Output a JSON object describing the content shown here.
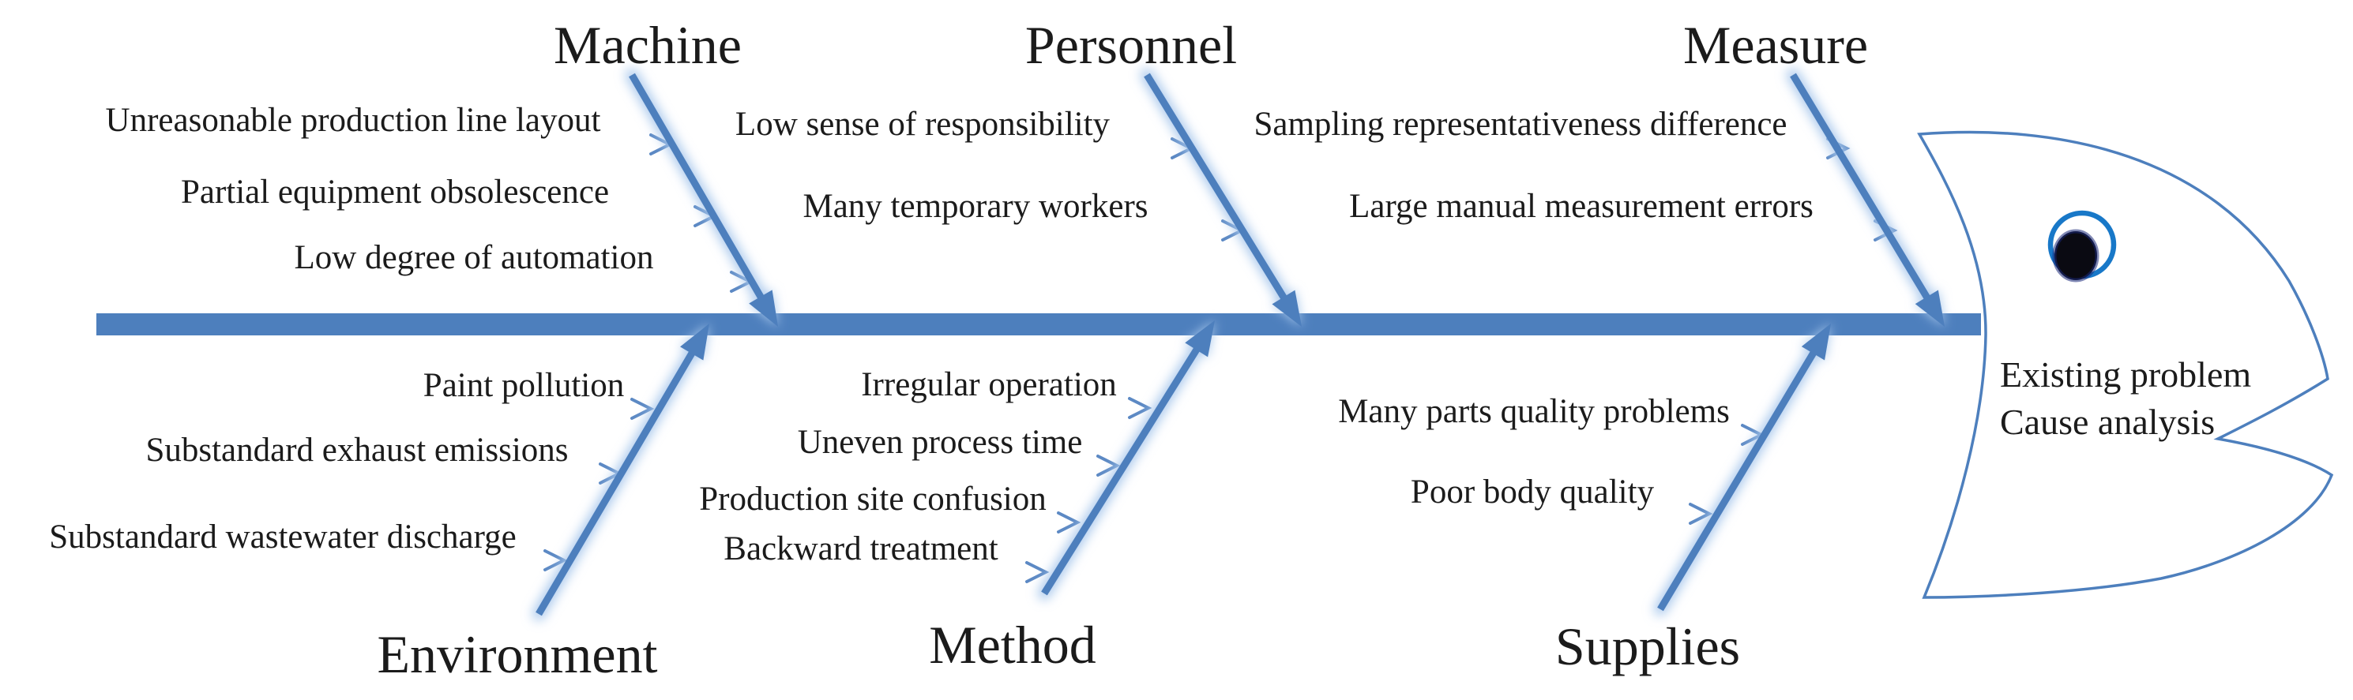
{
  "diagram_type": "fishbone-cause-effect",
  "head": {
    "label_line1": "Existing problem",
    "label_line2": "Cause analysis"
  },
  "branches": [
    {
      "title": "Machine",
      "side": "top",
      "causes": [
        "Unreasonable production line layout",
        "Partial equipment obsolescence",
        "Low degree of automation"
      ]
    },
    {
      "title": "Personnel",
      "side": "top",
      "causes": [
        "Low sense of responsibility",
        "Many temporary workers"
      ]
    },
    {
      "title": "Measure",
      "side": "top",
      "causes": [
        "Sampling representativeness difference",
        "Large manual measurement errors"
      ]
    },
    {
      "title": "Environment",
      "side": "bottom",
      "causes": [
        "Paint pollution",
        "Substandard exhaust emissions",
        "Substandard wastewater discharge"
      ]
    },
    {
      "title": "Method",
      "side": "bottom",
      "causes": [
        "Irregular operation",
        "Uneven process time",
        "Production site confusion",
        "Backward treatment"
      ]
    },
    {
      "title": "Supplies",
      "side": "bottom",
      "causes": [
        "Many parts quality problems",
        "Poor body quality"
      ]
    }
  ],
  "colors": {
    "spine": "#4d7fbd",
    "bone": "#4d7fbd",
    "bone_glow": "#a9c8ec",
    "cause_arrow_light": "#a8c4e6",
    "cause_arrow_dark": "#5c89c4",
    "head_outline": "#4d7fbd",
    "eye_ring": "#1878c8",
    "eye_pupil": "#0a0a12",
    "text": "#1b1b1b"
  }
}
